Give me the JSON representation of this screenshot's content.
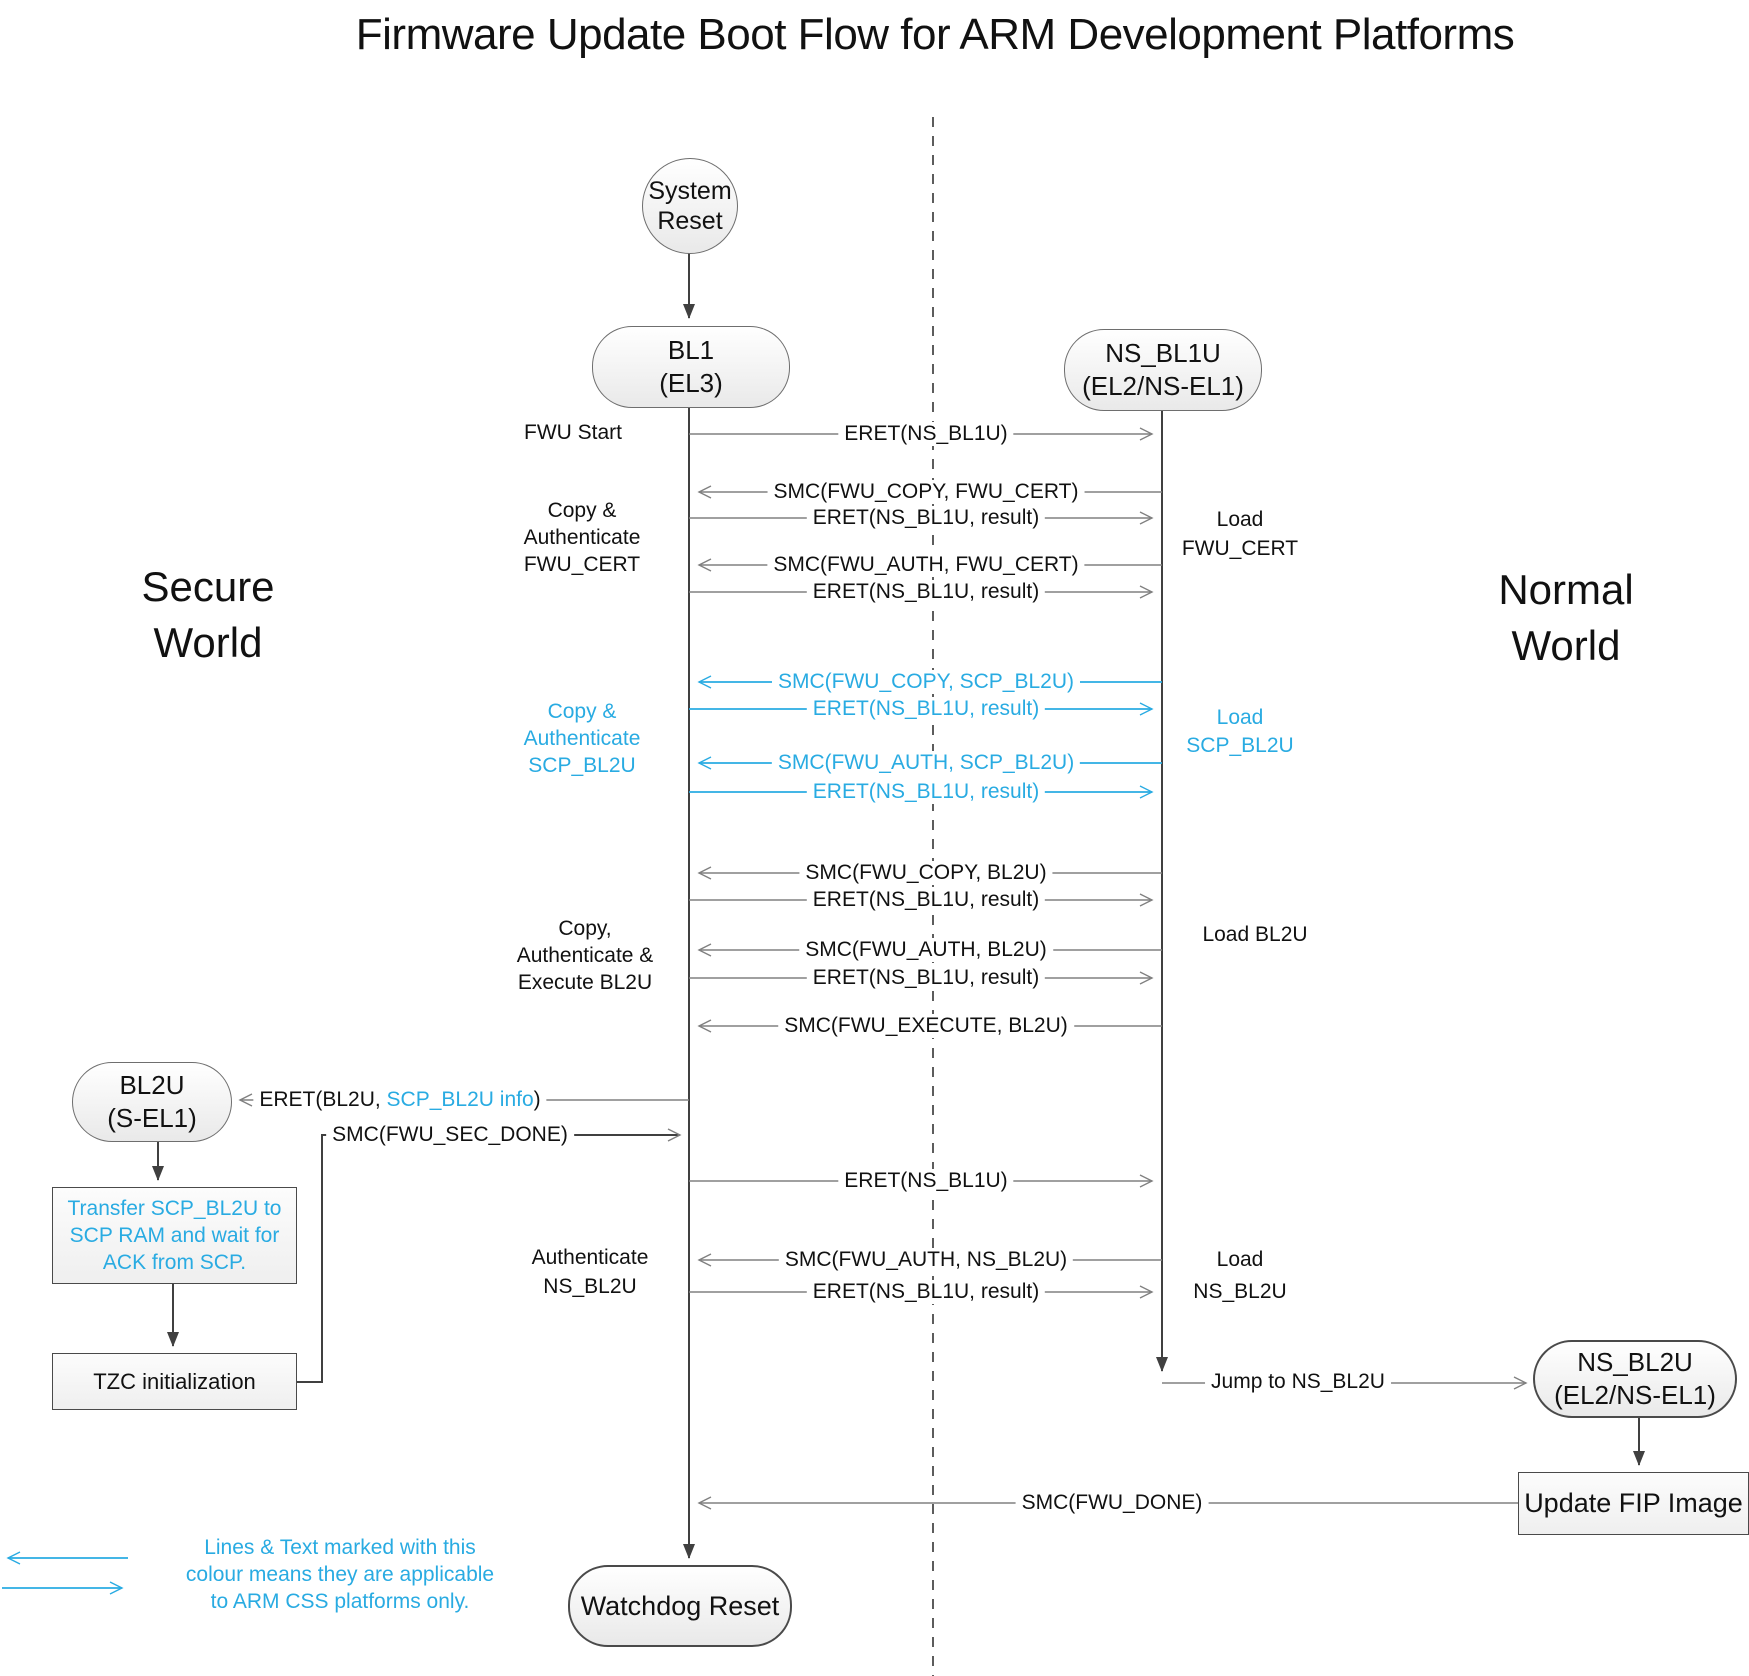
{
  "title": "Firmware Update Boot Flow for ARM Development Platforms",
  "colors": {
    "accent": "#29ABE2",
    "sequence_line": "#808080",
    "dark_line": "#404040"
  },
  "worlds": {
    "secure": {
      "line1": "Secure",
      "line2": "World"
    },
    "normal": {
      "line1": "Normal",
      "line2": "World"
    }
  },
  "nodes": {
    "system_reset": {
      "line1": "System",
      "line2": "Reset"
    },
    "bl1": {
      "line1": "BL1",
      "line2": "(EL3)"
    },
    "ns_bl1u": {
      "line1": "NS_BL1U",
      "line2": "(EL2/NS-EL1)"
    },
    "bl2u": {
      "line1": "BL2U",
      "line2": "(S-EL1)"
    },
    "ns_bl2u": {
      "line1": "NS_BL2U",
      "line2": "(EL2/NS-EL1)"
    },
    "watchdog_reset": "Watchdog Reset",
    "update_fip": "Update FIP Image",
    "transfer_scp": [
      "Transfer SCP_BL2U to",
      "SCP RAM and wait for",
      "ACK from SCP."
    ],
    "tzc_init": "TZC initialization"
  },
  "messages": {
    "eret_ns_bl1u": "ERET(NS_BL1U)",
    "smc_copy_fwu_cert": "SMC(FWU_COPY, FWU_CERT)",
    "eret_result": "ERET(NS_BL1U, result)",
    "smc_auth_fwu_cert": "SMC(FWU_AUTH, FWU_CERT)",
    "smc_copy_scp_bl2u": "SMC(FWU_COPY, SCP_BL2U)",
    "smc_auth_scp_bl2u": "SMC(FWU_AUTH, SCP_BL2U)",
    "smc_copy_bl2u": "SMC(FWU_COPY, BL2U)",
    "smc_auth_bl2u": "SMC(FWU_AUTH, BL2U)",
    "smc_execute_bl2u": "SMC(FWU_EXECUTE, BL2U)",
    "eret_bl2u_prefix": "ERET(BL2U, ",
    "eret_bl2u_blue": "SCP_BL2U info",
    "eret_bl2u_suffix": ")",
    "smc_sec_done": "SMC(FWU_SEC_DONE)",
    "smc_auth_ns_bl2u": "SMC(FWU_AUTH, NS_BL2U)",
    "jump_ns_bl2u": "Jump to NS_BL2U",
    "smc_done": "SMC(FWU_DONE)"
  },
  "side_labels": {
    "fwu_start": "FWU Start",
    "copy_auth_fwu_cert": [
      "Copy &",
      "Authenticate",
      "FWU_CERT"
    ],
    "load_fwu_cert": [
      "Load",
      "FWU_CERT"
    ],
    "copy_auth_scp_bl2u": [
      "Copy &",
      "Authenticate",
      "SCP_BL2U"
    ],
    "load_scp_bl2u": [
      "Load",
      "SCP_BL2U"
    ],
    "copy_auth_exec_bl2u": [
      "Copy,",
      "Authenticate &",
      "Execute BL2U"
    ],
    "load_bl2u": "Load BL2U",
    "auth_ns_bl2u": [
      "Authenticate",
      "NS_BL2U"
    ],
    "load_ns_bl2u": [
      "Load",
      "NS_BL2U"
    ]
  },
  "legend": {
    "lines": [
      "Lines & Text marked with this",
      "colour means they are applicable",
      "to ARM CSS platforms only."
    ]
  }
}
